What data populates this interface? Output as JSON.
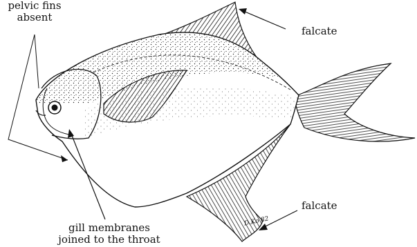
{
  "labels": {
    "pelvic_line1": "pelvic fins",
    "pelvic_line2": "absent",
    "falcate_top": "falcate",
    "falcate_bottom": "falcate",
    "gill_line1": "gill membranes",
    "gill_line2": "joined to the throat",
    "signature": "D.Ko 82"
  },
  "colors": {
    "ink": "#111111",
    "background": "#ffffff"
  }
}
